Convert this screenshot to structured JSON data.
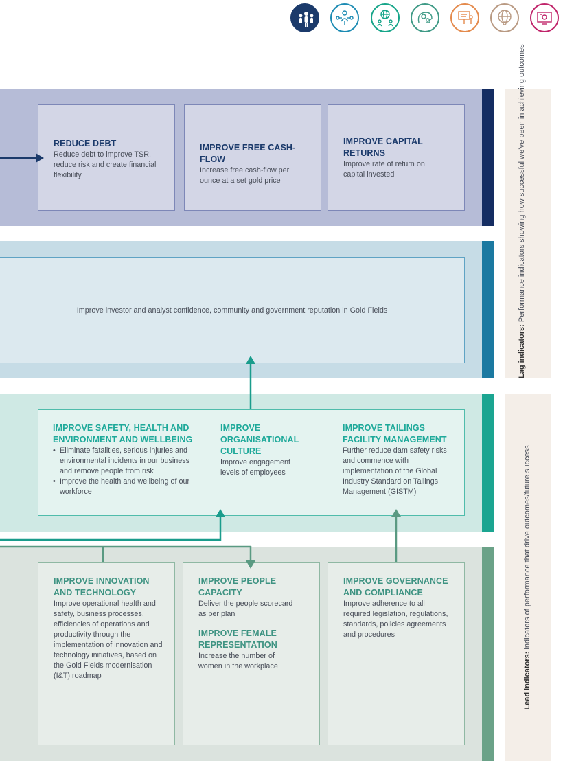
{
  "icons": [
    {
      "name": "people-group-icon",
      "color": "#1b3a6b"
    },
    {
      "name": "network-people-icon",
      "color": "#1c8bb3"
    },
    {
      "name": "globe-people-icon",
      "color": "#16a589"
    },
    {
      "name": "gears-head-icon",
      "color": "#3f9a86"
    },
    {
      "name": "presentation-icon",
      "color": "#e48a4c"
    },
    {
      "name": "globe-person-icon",
      "color": "#b99a83"
    },
    {
      "name": "computer-settings-icon",
      "color": "#c0246a"
    }
  ],
  "financial": {
    "reduce_debt": {
      "title": "REDUCE DEBT",
      "text": "Reduce debt to improve TSR, reduce risk and create financial flexibility"
    },
    "free_cash_flow": {
      "title": "IMPROVE FREE CASH-FLOW",
      "text": "Increase free cash-flow per ounce at a set gold price"
    },
    "capital_returns": {
      "title": "IMPROVE CAPITAL RETURNS",
      "text": "Improve rate of return on capital invested"
    }
  },
  "reputation": {
    "text": "Improve investor and analyst confidence, community and government reputation in Gold Fields"
  },
  "operational": {
    "safety": {
      "title": "IMPROVE SAFETY, HEALTH AND ENVIRONMENT AND WELLBEING",
      "bullets": [
        "Eliminate fatalities, serious injuries and environmental incidents in our business and remove people from risk",
        "Improve the health and wellbeing of our workforce"
      ]
    },
    "culture": {
      "title": "IMPROVE ORGANISATIONAL CULTURE",
      "text": "Improve engagement levels of employees"
    },
    "tailings": {
      "title": "IMPROVE TAILINGS FACILITY MANAGEMENT",
      "text": "Further reduce dam safety risks and commence with implementation of the Global Industry Standard on Tailings Management (GISTM)"
    }
  },
  "enablers": {
    "innovation": {
      "title": "IMPROVE INNOVATION AND TECHNOLOGY",
      "text": "Improve operational health and safety, business processes, efficiencies of operations and productivity through the implementation of innovation and technology initiatives, based on the Gold Fields modernisation (I&T) roadmap"
    },
    "people": {
      "title": "IMPROVE PEOPLE CAPACITY",
      "text": "Deliver the people scorecard as per plan"
    },
    "female": {
      "title": "IMPROVE FEMALE REPRESENTATION",
      "text": "Increase the number of women in the workplace"
    },
    "governance": {
      "title": "IMPROVE GOVERNANCE AND COMPLIANCE",
      "text": "Improve adherence to all required legislation, regulations, standards, policies agreements and procedures"
    }
  },
  "side_labels": {
    "lag": {
      "bold": "Lag indicators:",
      "text": " Performance indicators showing how successful we’ve been in achieving outcomes"
    },
    "lead": {
      "bold": "Lead indicators:",
      "text": " indicators of performance that drive outcomes/future success"
    }
  }
}
